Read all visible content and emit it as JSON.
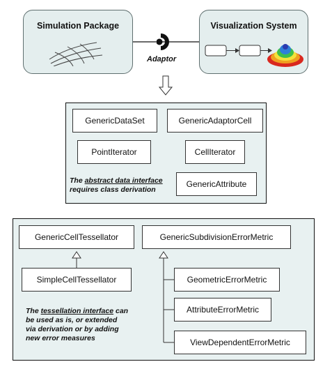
{
  "top": {
    "simulation_title": "Simulation Package",
    "visualization_title": "Visualization System",
    "adaptor_label": "Adaptor"
  },
  "data_interface": {
    "classes": {
      "generic_dataset": "GenericDataSet",
      "generic_adaptor_cell": "GenericAdaptorCell",
      "point_iterator": "PointIterator",
      "cell_iterator": "CellIterator",
      "generic_attribute": "GenericAttribute"
    },
    "note": {
      "pre": "The ",
      "emphasis": "abstract data interface",
      "post": "requires class derivation"
    }
  },
  "tessellation": {
    "classes": {
      "generic_cell_tessellator": "GenericCellTessellator",
      "simple_cell_tessellator": "SimpleCellTessellator",
      "generic_subdivision_error_metric": "GenericSubdivisionErrorMetric",
      "geometric_error_metric": "GeometricErrorMetric",
      "attribute_error_metric": "AttributeErrorMetric",
      "view_dependent_error_metric": "ViewDependentErrorMetric"
    },
    "note": {
      "pre": "The ",
      "emphasis": "tessellation interface",
      "post1": " can",
      "line2": "be used as is, or extended",
      "line3": "via derivation or by adding",
      "line4": "new error measures"
    }
  }
}
